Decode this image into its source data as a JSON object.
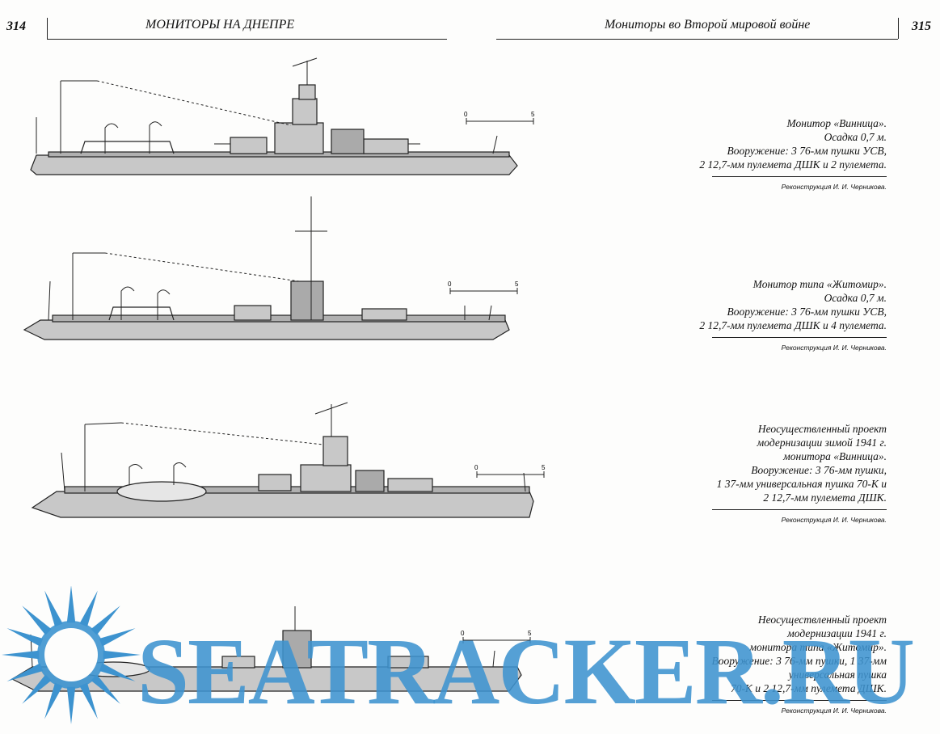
{
  "left_page": {
    "number": "314",
    "running_head": "МОНИТОРЫ НА ДНЕПРЕ"
  },
  "right_page": {
    "number": "315",
    "running_head": "Мониторы во Второй мировой войне"
  },
  "scale": {
    "zero": "0",
    "max": "5"
  },
  "figures": [
    {
      "caption": [
        "Монитор «Винница».",
        "Осадка 0,7 м.",
        "Вооружение: 3 76-мм пушки УСВ,",
        "2 12,7-мм пулемета ДШК и 2 пулемета."
      ],
      "credit": "Реконструкция И. И. Черникова."
    },
    {
      "caption": [
        "Монитор типа «Житомир».",
        "Осадка 0,7 м.",
        "Вооружение: 3 76-мм пушки УСВ,",
        "2 12,7-мм пулемета ДШК и 4 пулемета."
      ],
      "credit": "Реконструкция И. И. Черникова."
    },
    {
      "caption": [
        "Неосуществленный проект",
        "модернизации зимой 1941 г.",
        "монитора «Винница».",
        "Вооружение: 3 76-мм пушки,",
        "1 37-мм универсальная пушка 70-К и",
        "2 12,7-мм пулемета ДШК."
      ],
      "credit": "Реконструкция И. И. Черникова."
    },
    {
      "caption": [
        "Неосуществленный проект",
        "модернизации 1941 г.",
        "монитора типа «Житомир».",
        "Вооружение: 3 76-мм пушки, 1 37-мм",
        "универсальная пушка",
        "70-К и 2 12,7-мм пулемета ДШК."
      ],
      "credit": "Реконструкция И. И. Черникова."
    }
  ],
  "watermark": {
    "text": "SEATRACKER.RU",
    "color": "#3d93cf"
  }
}
